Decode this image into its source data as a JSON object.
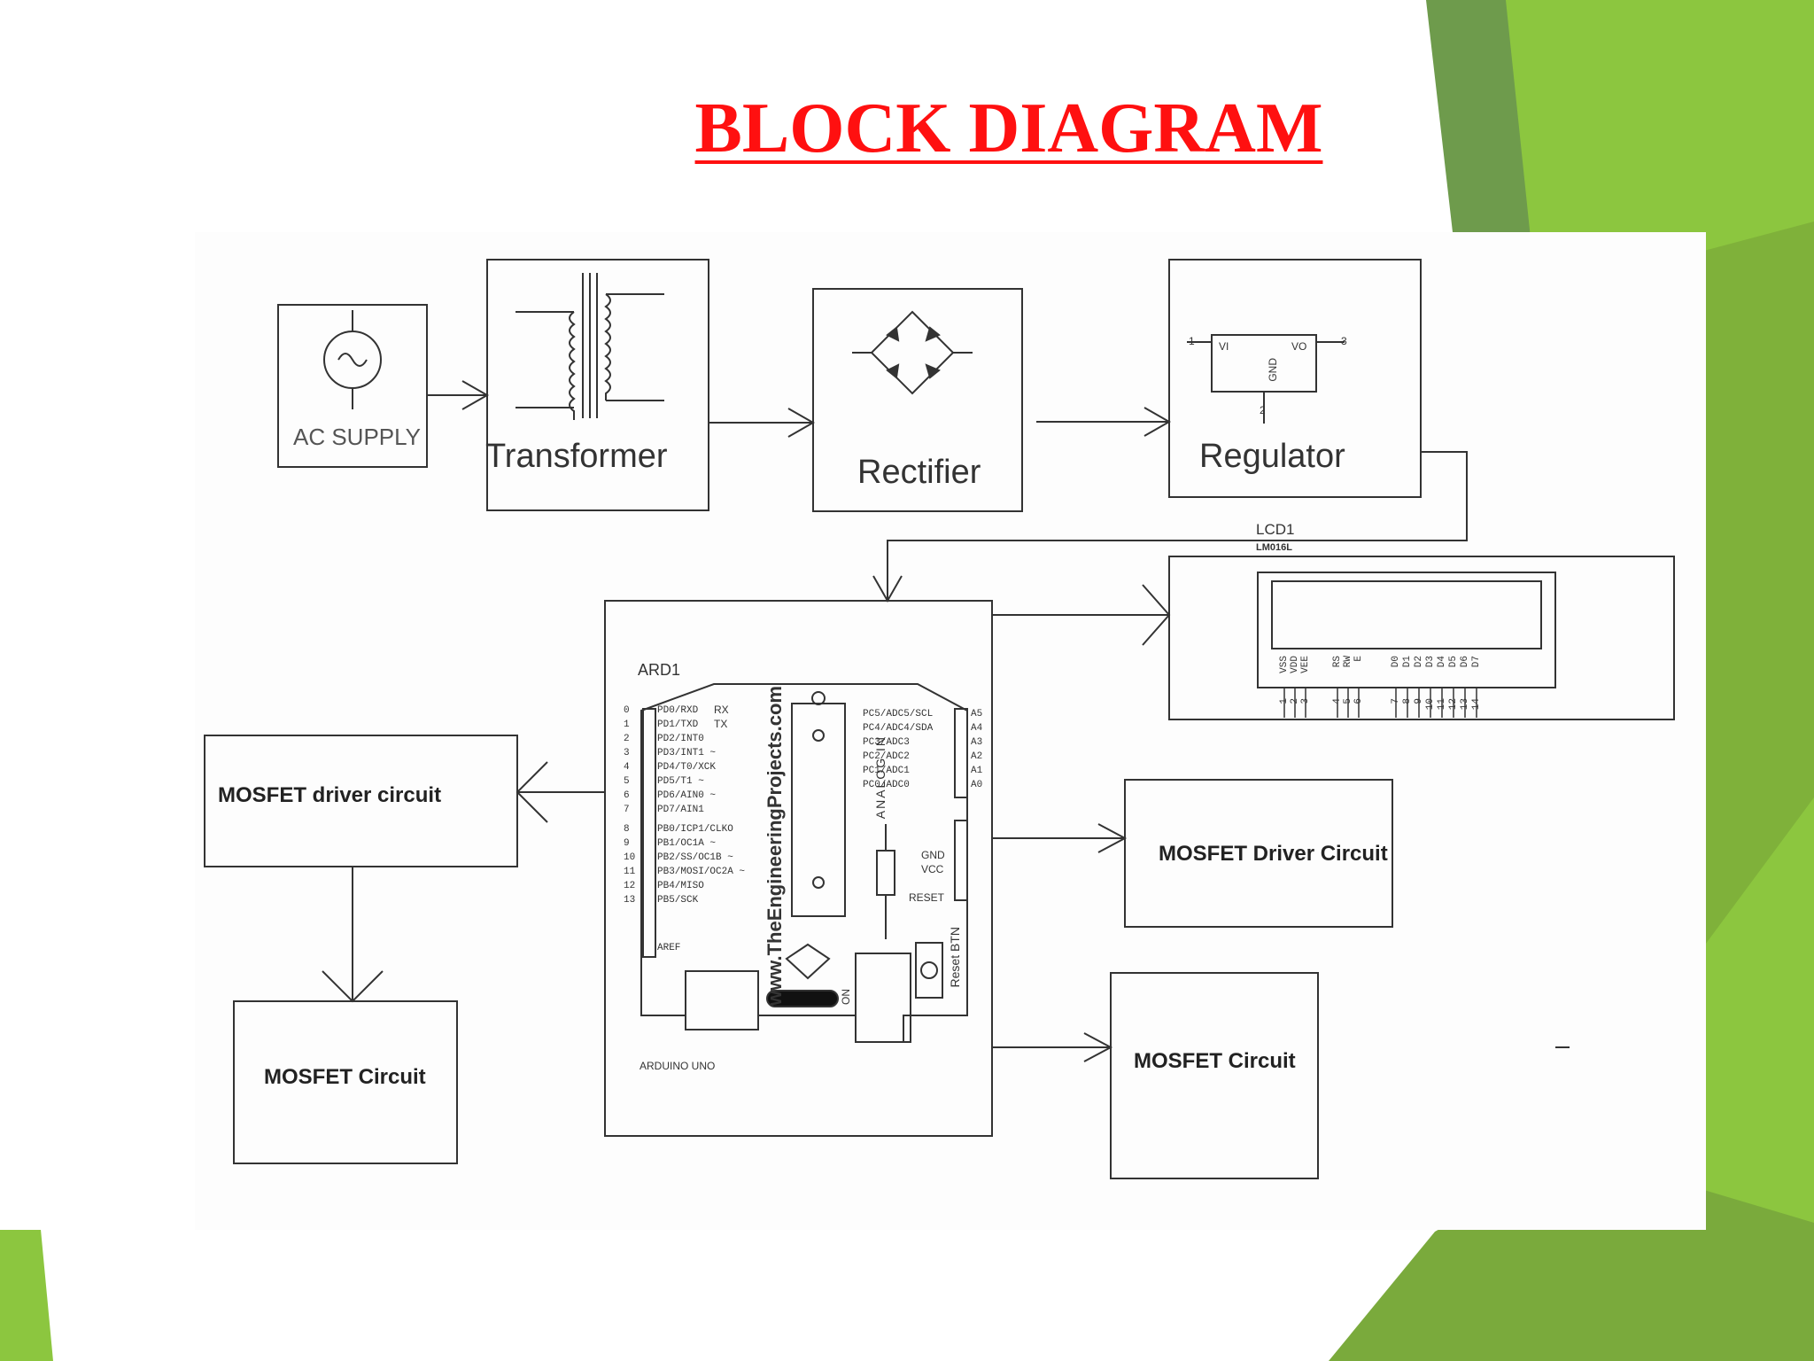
{
  "slide": {
    "title": "BLOCK DIAGRAM",
    "colors": {
      "title": "#ff1010",
      "green_dark": "#6f9a4a",
      "green_light": "#8cc63f"
    }
  },
  "blocks": {
    "ac_supply": "AC SUPPLY",
    "transformer": "Transformer",
    "rectifier": "Rectifier",
    "regulator": "Regulator",
    "regulator_pins": {
      "vi": "VI",
      "vo": "VO",
      "gnd": "GND",
      "pin1": "1",
      "pin2": "2",
      "pin3": "3"
    },
    "lcd": {
      "name": "LCD1",
      "model": "LM016L",
      "pin_names": [
        "VSS",
        "VDD",
        "VEE",
        "RS",
        "RW",
        "E",
        "D0",
        "D1",
        "D2",
        "D3",
        "D4",
        "D5",
        "D6",
        "D7"
      ],
      "pin_numbers": [
        "1",
        "2",
        "3",
        "4",
        "5",
        "6",
        "7",
        "8",
        "9",
        "10",
        "11",
        "12",
        "13",
        "14"
      ]
    },
    "arduino": {
      "name": "ARD1",
      "board": "ARDUINO UNO",
      "website": "www.TheEngineeringProjects.com",
      "digital_pins": [
        "PD0/RXD",
        "PD1/TXD",
        "PD2/INT0",
        "PD3/INT1 ~",
        "PD4/T0/XCK",
        "PD5/T1 ~",
        "PD6/AIN0 ~",
        "PD7/AIN1",
        "PB0/ICP1/CLKO",
        "PB1/OC1A ~",
        "PB2/SS/OC1B ~",
        "PB3/MOSI/OC2A ~",
        "PB4/MISO",
        "PB5/SCK",
        "AREF"
      ],
      "digital_numbers": [
        "0",
        "1",
        "2",
        "3",
        "4",
        "5",
        "6",
        "7",
        "8",
        "9",
        "10",
        "11",
        "12",
        "13"
      ],
      "rx": "RX",
      "tx": "TX",
      "analog_pins": [
        "PC5/ADC5/SCL",
        "PC4/ADC4/SDA",
        "PC3/ADC3",
        "PC2/ADC2",
        "PC1/ADC1",
        "PC0/ADC0"
      ],
      "analog_labels": [
        "A5",
        "A4",
        "A3",
        "A2",
        "A1",
        "A0"
      ],
      "analog_in": "ANALOG IN",
      "power_pins": [
        "GND",
        "VCC",
        "RESET"
      ],
      "reset_btn": "Reset BTN",
      "on": "ON"
    },
    "mosfet_driver_left": "MOSFET driver circuit",
    "mosfet_circuit_left": "MOSFET Circuit",
    "mosfet_driver_right": "MOSFET Driver Circuit",
    "mosfet_circuit_right": "MOSFET Circuit"
  }
}
